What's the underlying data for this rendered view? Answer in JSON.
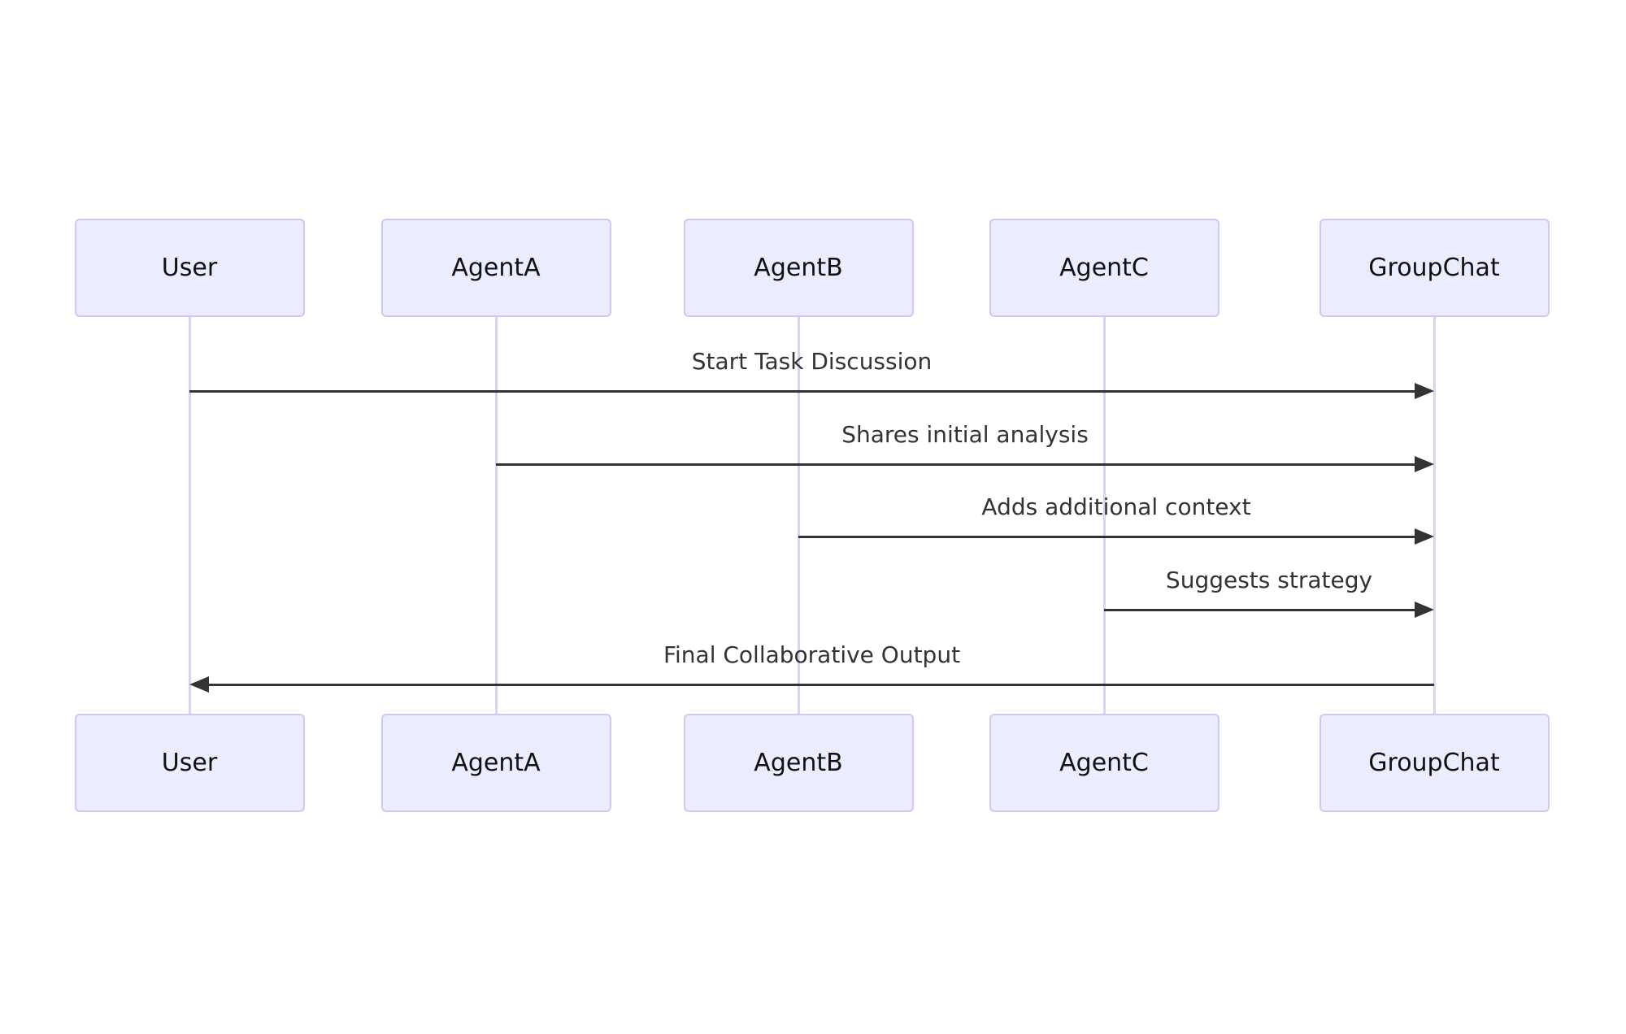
{
  "diagram": {
    "type": "sequence",
    "participants": [
      {
        "name": "User"
      },
      {
        "name": "AgentA"
      },
      {
        "name": "AgentB"
      },
      {
        "name": "AgentC"
      },
      {
        "name": "GroupChat"
      }
    ],
    "messages": [
      {
        "from": "User",
        "to": "GroupChat",
        "label": "Start Task Discussion"
      },
      {
        "from": "AgentA",
        "to": "GroupChat",
        "label": "Shares initial analysis"
      },
      {
        "from": "AgentB",
        "to": "GroupChat",
        "label": "Adds additional context"
      },
      {
        "from": "AgentC",
        "to": "GroupChat",
        "label": "Suggests strategy"
      },
      {
        "from": "GroupChat",
        "to": "User",
        "label": "Final Collaborative Output"
      }
    ],
    "colors": {
      "background": "#ffffff",
      "actor_fill": "#ECECFF",
      "actor_border": "#CDC9F0",
      "actor_text": "#111111",
      "lifeline": "#D8D3F0",
      "arrow": "#333333",
      "message_text": "#333333"
    }
  }
}
